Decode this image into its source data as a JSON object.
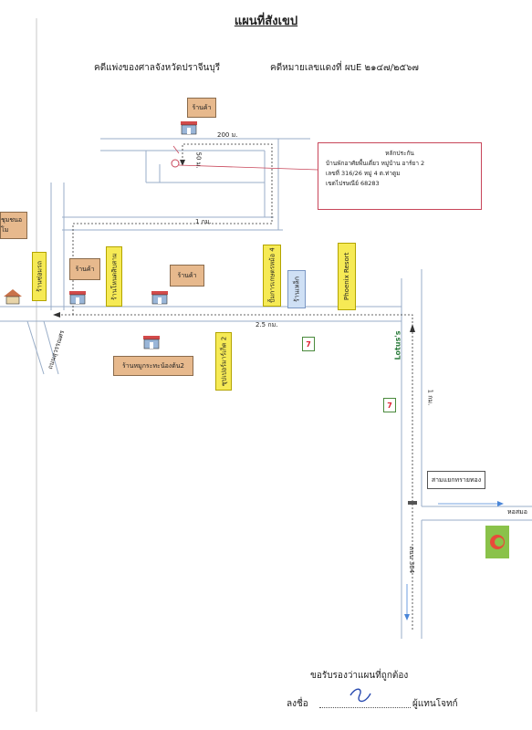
{
  "title": "แผนที่สังเขป",
  "header": {
    "court": "คดีแพ่งของศาลจังหวัดปราจีนบุรี",
    "case_no": "คดีหมายเลขแดงที่  ผบE ๒๑๔๗/๒๕๖๗"
  },
  "legend": {
    "line1": "หลักประกัน",
    "line2": "บ้านพักอาศัยพื้นเดี่ยว หมู่บ้าน อาร์ยา 2",
    "line3": "เลขที่ 316/26 หมู่ 4 ต.ท่าตูม",
    "line4": "เขตไปรษณีย์ 68283"
  },
  "distances": {
    "d200": "200 ม.",
    "d50": "50 ม.",
    "d1km": "1 กม.",
    "d25km": "2.5 กม.",
    "d1km_v": "1 กม."
  },
  "callouts": {
    "shop_top": "ร้านค้า",
    "shop_left": "ร้านค้า",
    "shop_mid": "ร้านค้า",
    "left_edge": "ชุมชนอโม",
    "restaurant": "ร้านหมูกระทะน้องต้น2",
    "junction": "สามแยกทรายทอง"
  },
  "buildings": {
    "b1": "ร้านซ่อมรถ",
    "b2": "ร้านโหนดสิบสาม",
    "b3": "ซุปเปอร์มาร์เก็ต 2",
    "b4": "ปั้มการเกษตรหม้อ 4",
    "b5": "ร้านเหล็ก",
    "b6": "Phoenix Resort"
  },
  "roads": {
    "diag": "ถนนสุวรรณศร",
    "r304": "ถนน 304",
    "right_end": "หอสมอ"
  },
  "lotus": "Lotus's",
  "sevens": [
    "7",
    "7"
  ],
  "footer": {
    "certify": "ขอรับรองว่าแผนที่ถูกต้อง",
    "sign_label": "ลงชื่อ",
    "signer": "ผู้แทนโจทก์"
  }
}
